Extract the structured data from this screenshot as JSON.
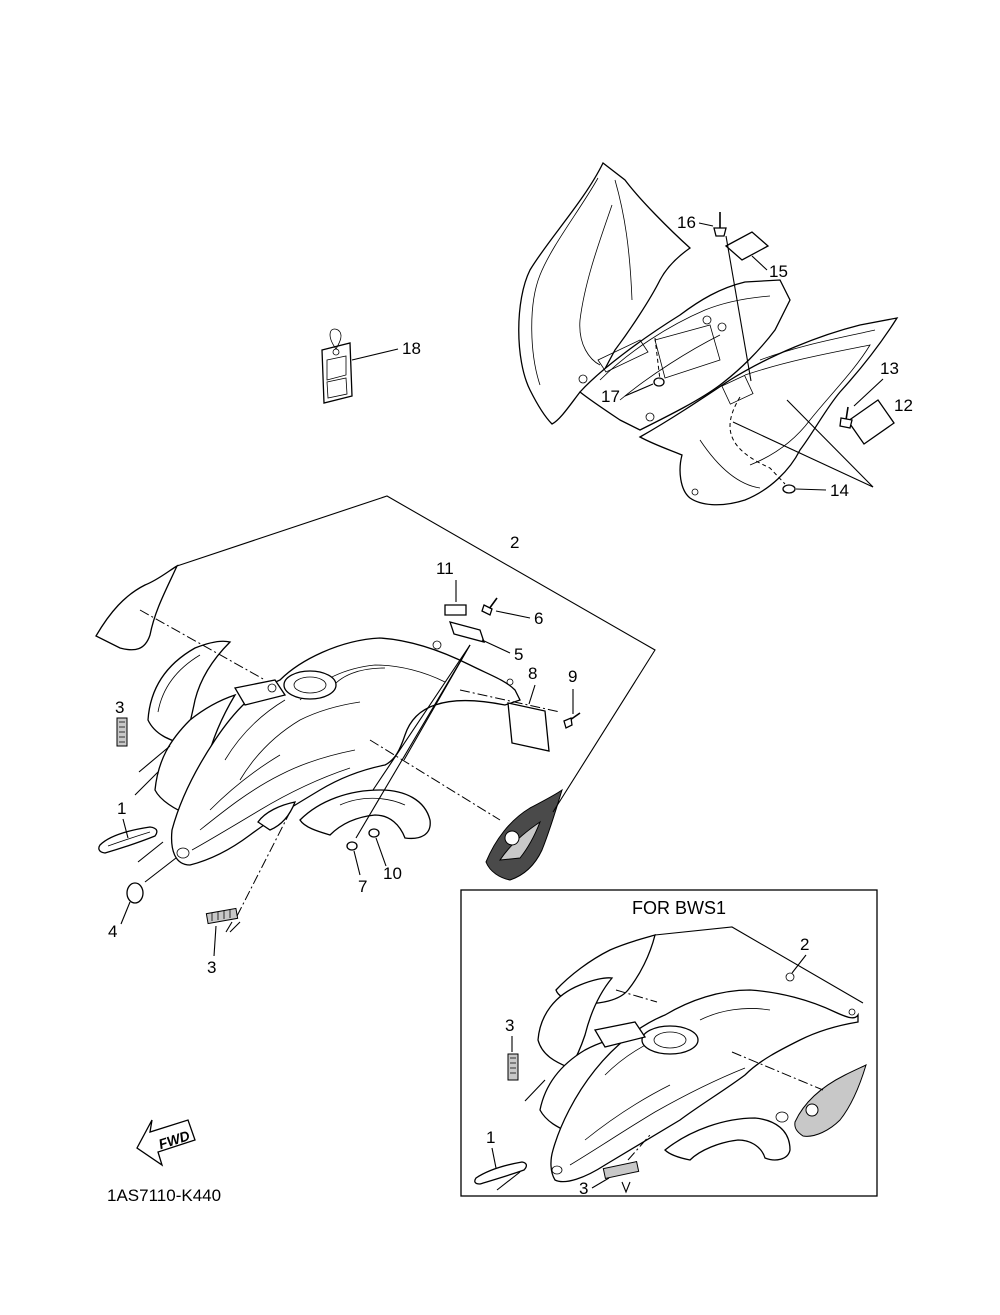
{
  "diagram": {
    "part_code": "1AS7110-K440",
    "variant_box_title": "FOR BWS1",
    "fwd_label": "FWD",
    "callouts": {
      "c1": "1",
      "c2": "2",
      "c3a": "3",
      "c3b": "3",
      "c4": "4",
      "c5": "5",
      "c6": "6",
      "c7": "7",
      "c8": "8",
      "c9": "9",
      "c10": "10",
      "c11": "11",
      "c12": "12",
      "c13": "13",
      "c14": "14",
      "c15": "15",
      "c16": "16",
      "c17": "17",
      "c18": "18"
    },
    "variant_callouts": {
      "v1": "1",
      "v2": "2",
      "v3a": "3",
      "v3b": "3"
    }
  }
}
